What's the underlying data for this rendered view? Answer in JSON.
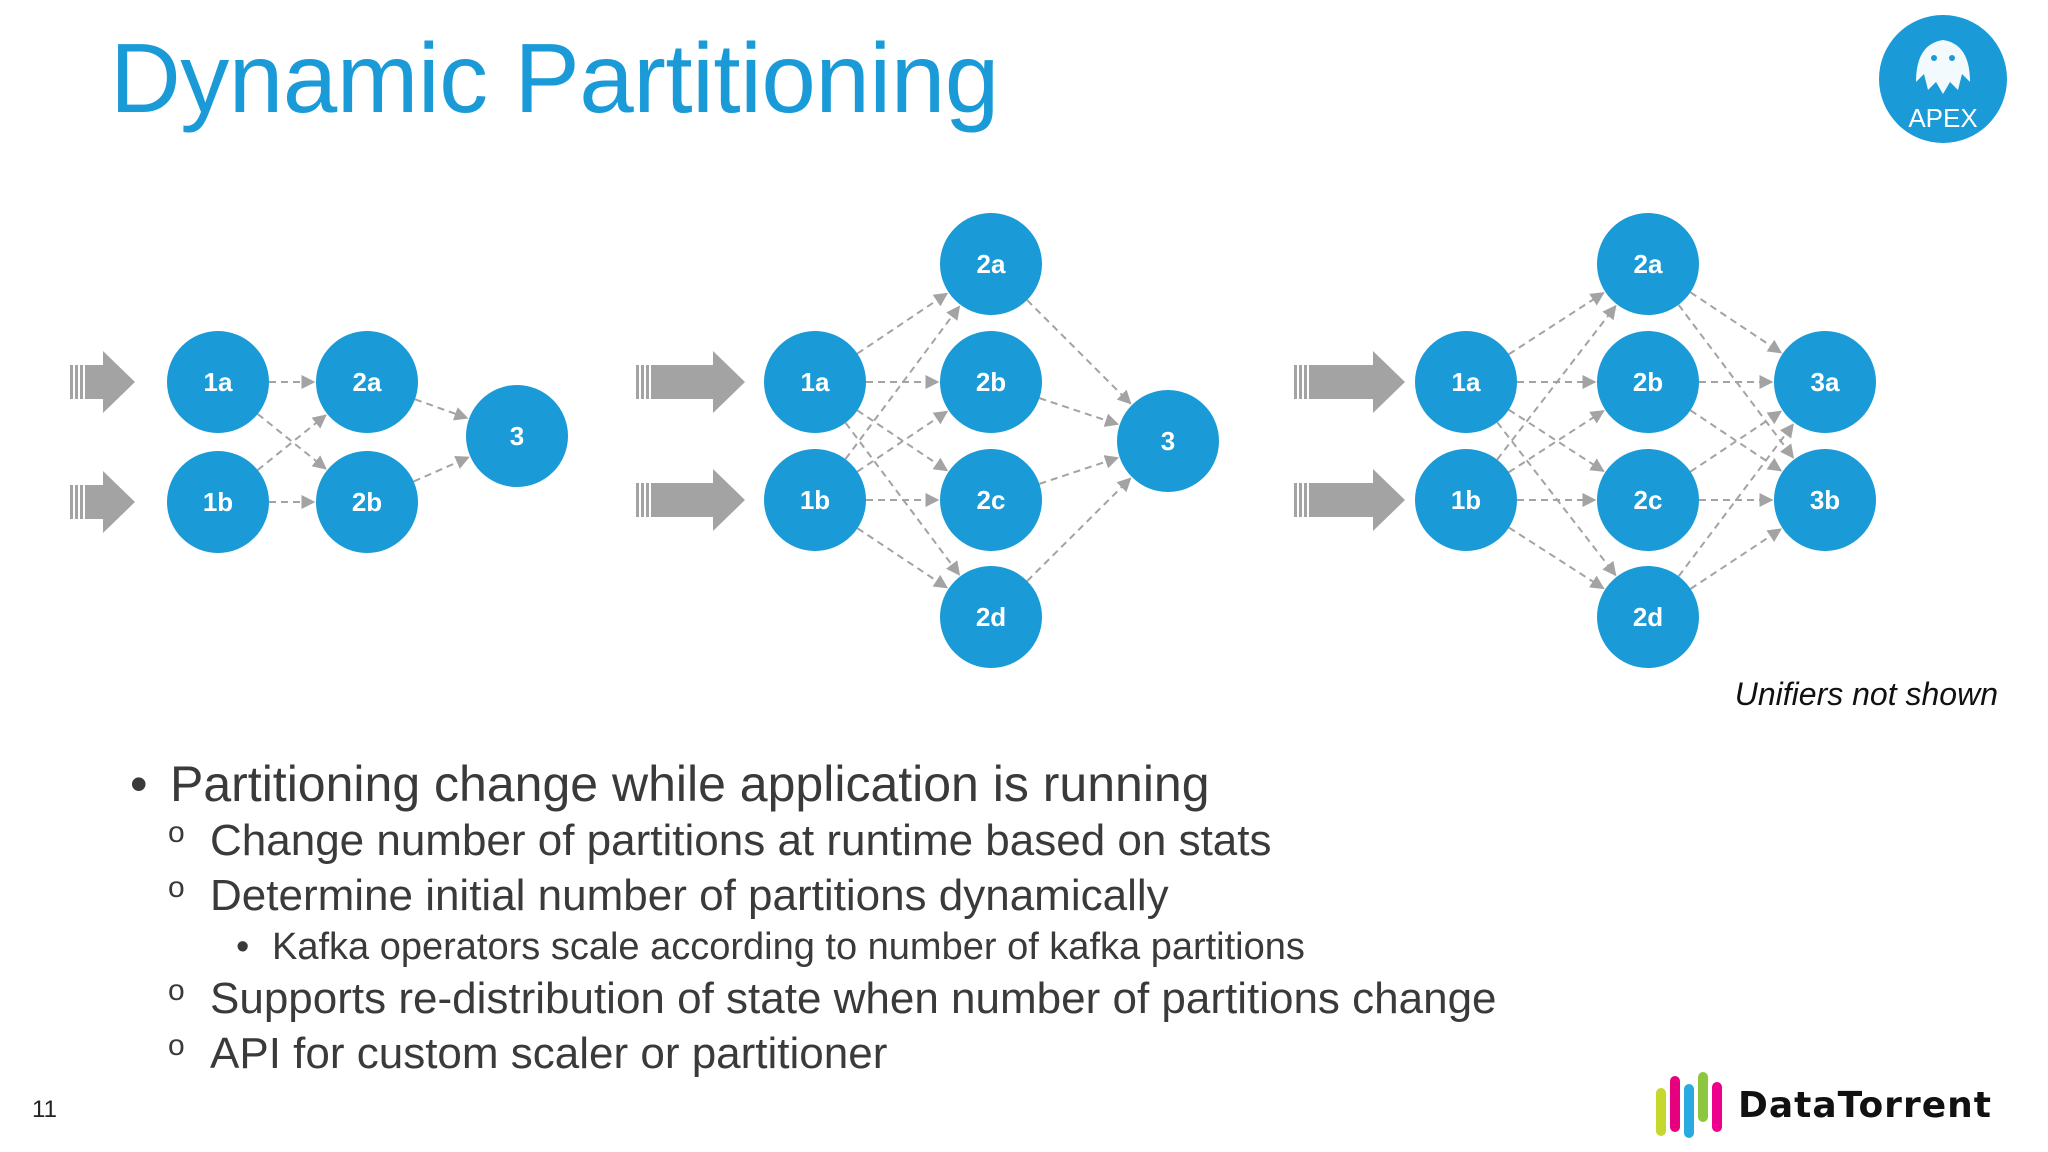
{
  "slide": {
    "title": "Dynamic Partitioning",
    "page_number": "11",
    "note": "Unifiers not shown",
    "apex_logo_text": "APEX",
    "company_logo_text": "DataTorrent",
    "accent_color": "#1a9ad6",
    "arrow_color": "#a3a3a3"
  },
  "bullets": {
    "l1": "Partitioning change while application is running",
    "l2a": "Change number of partitions at runtime based on stats",
    "l2b": "Determine initial number of partitions dynamically",
    "l3a": "Kafka operators scale according to number of kafka partitions",
    "l2c": "Supports re-distribution of state when number of partitions change",
    "l2d": "API for custom scaler or partitioner"
  },
  "diagrams": [
    {
      "columns": [
        [
          "1a",
          "1b"
        ],
        [
          "2a",
          "2b"
        ],
        [
          "3"
        ]
      ]
    },
    {
      "columns": [
        [
          "1a",
          "1b"
        ],
        [
          "2a",
          "2b",
          "2c",
          "2d"
        ],
        [
          "3"
        ]
      ]
    },
    {
      "columns": [
        [
          "1a",
          "1b"
        ],
        [
          "2a",
          "2b",
          "2c",
          "2d"
        ],
        [
          "3a",
          "3b"
        ]
      ]
    }
  ]
}
